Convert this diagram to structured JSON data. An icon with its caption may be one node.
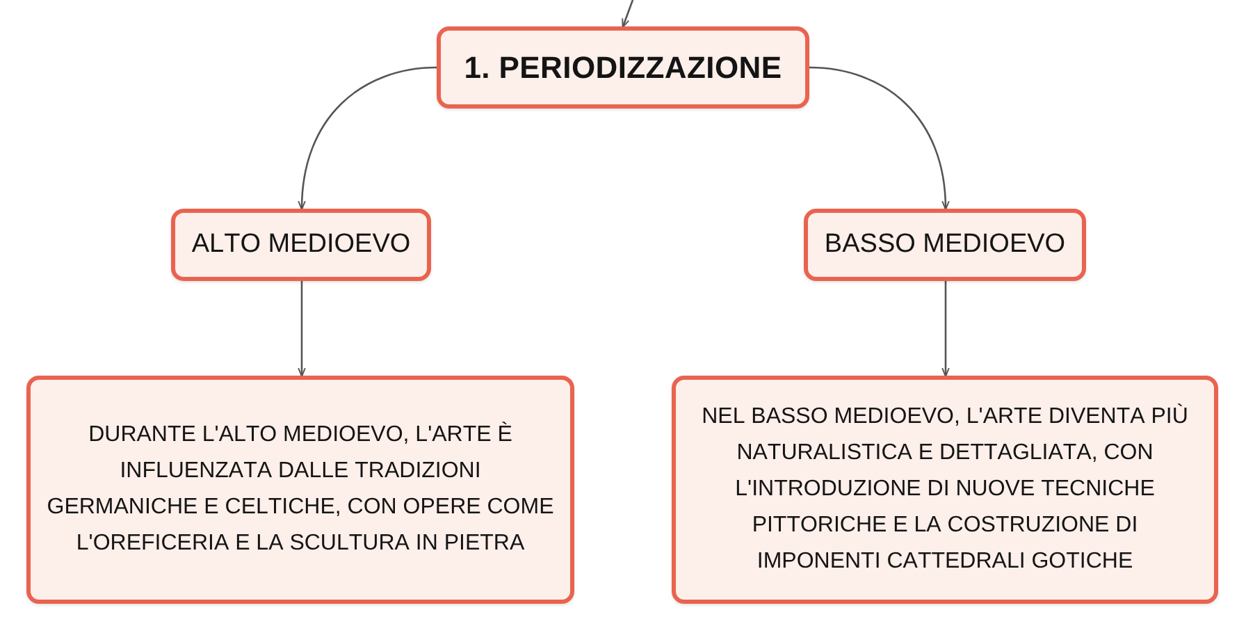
{
  "diagram": {
    "nodes": [
      {
        "text": [
          "1. PERIODIZZAZIONE"
        ]
      },
      {
        "text": [
          "ALTO MEDIOEVO"
        ]
      },
      {
        "text": [
          "BASSO MEDIOEVO"
        ]
      },
      {
        "text": [
          "DURANTE L'ALTO MEDIOEVO, L'ARTE È INFLUENZATA DALLE TRADIZIONI GERMANICHE E CELTICHE, CON OPERE COME L'OREFICERIA E LA SCULTURA IN PIETRA"
        ]
      },
      {
        "text": [
          "NEL BASSO MEDIOEVO, L'ARTE DIVENTA PIÙ NATURALISTICA E DETTAGLIATA, CON L'INTRODUZIONE DI NUOVE TECNICHE PITTORICHE E LA COSTRUZIONE DI IMPONENTI CATTEDRALI GOTICHE"
        ]
      }
    ],
    "edges": [
      {
        "from": null,
        "to": 0,
        "arrow": "to"
      },
      {
        "from": 0,
        "to": 1,
        "arrow": "to"
      },
      {
        "from": 0,
        "to": 2,
        "arrow": "to"
      },
      {
        "from": 1,
        "to": 3,
        "arrow": "to"
      },
      {
        "from": 2,
        "to": 4,
        "arrow": "to"
      }
    ]
  }
}
